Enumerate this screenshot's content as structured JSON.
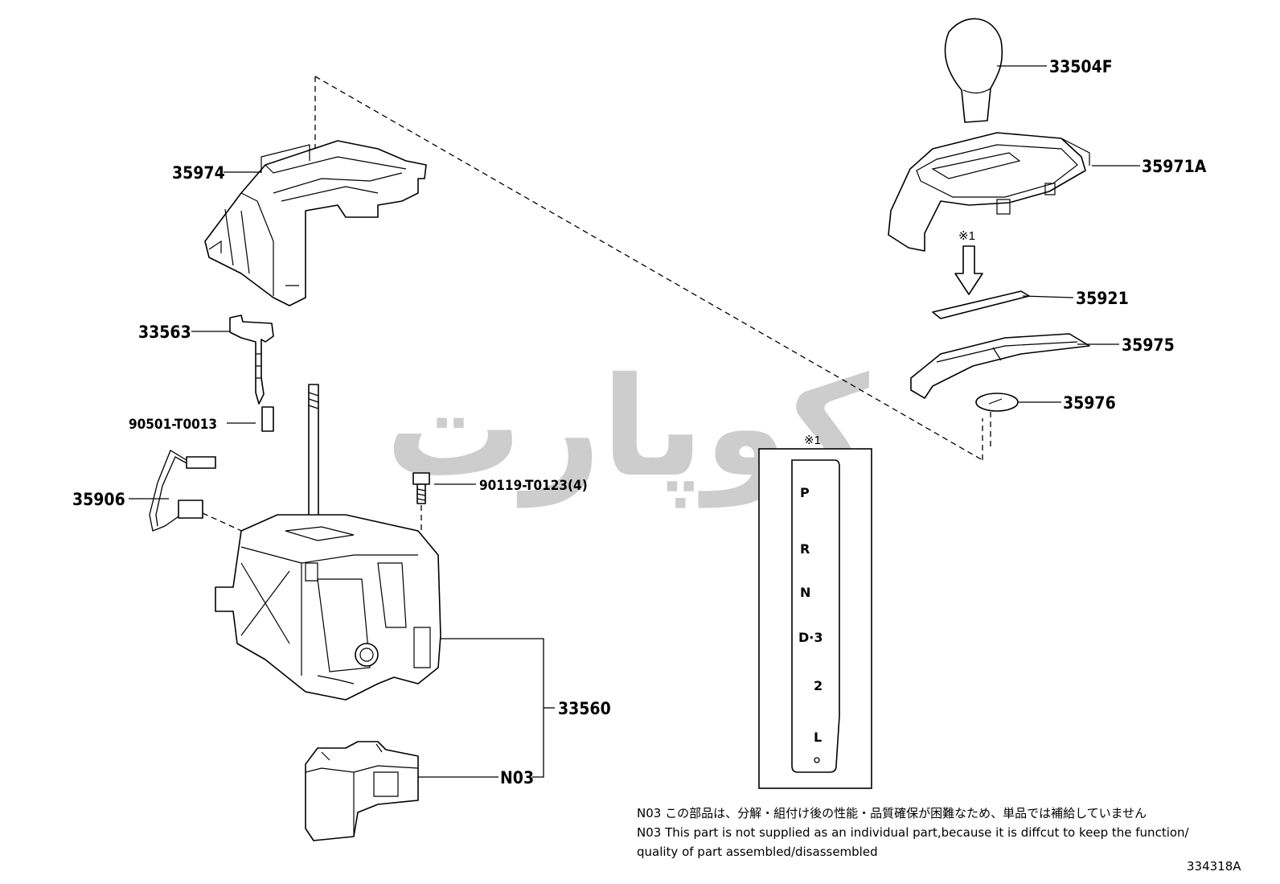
{
  "diagram": {
    "id_code": "334318A",
    "reference_mark": "※1",
    "watermark": "کوپارت",
    "parts": {
      "shift_knob": "33504F",
      "indicator_housing": "35971A",
      "indicator_plate": "35921",
      "slide_cover": "35975",
      "position_indicator_lamp": "35976",
      "lower_cover": "35974",
      "lock_solenoid": "33563",
      "compression_spring": "90501-T0013",
      "wire_harness": "35906",
      "bolt": "90119-T0123(4)",
      "shift_lever_assembly": "33560",
      "retainer_n03": "N03"
    },
    "gate_positions": [
      "P",
      "R",
      "N",
      "D·3",
      "2",
      "L"
    ],
    "notes": [
      "N03 この部品は、分解・組付け後の性能・品質確保が困難なため、単品では補給していません",
      "N03 This part is not supplied as an  individual part,because it is diffcut to keep the function/",
      "quality of part assembled/disassembled"
    ]
  }
}
